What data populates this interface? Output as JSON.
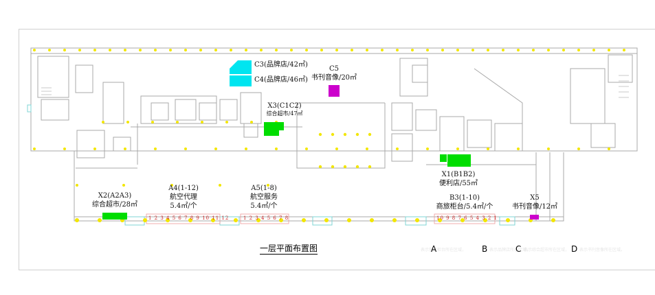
{
  "plan": {
    "title": "一层平面布置图",
    "legend": [
      "A",
      "B",
      "C",
      "D"
    ],
    "legend_notes": [
      "表示营业柜台所在区域，",
      "表示品牌店所在区域，",
      "表示综合超市所在区域，",
      "表示书刊音像所在区域。"
    ],
    "colors": {
      "supermarket": "#00dd00",
      "brand": "#00e5f0",
      "books": "#cc00cc",
      "column": "#f0e000",
      "wall": "#9a9a9a",
      "counter": "#cc2222"
    }
  },
  "zones": {
    "c3": "C3(品牌店/42㎡)",
    "c4": "C4(品牌店/46㎡)",
    "c5": {
      "code": "C5",
      "desc": "书刊音像/20㎡"
    },
    "x3": {
      "code": "X3(C1C2)",
      "desc": "综合超市/47㎡"
    },
    "x1": {
      "code": "X1(B1B2)",
      "desc": "便利店/55㎡"
    },
    "x2": {
      "code": "X2(A2A3)",
      "desc": "综合超市/28㎡"
    },
    "a4": {
      "code": "A4(1-12)",
      "desc": "航空代理",
      "size": "5.4㎡/个",
      "numbers": "1 2 3 4 5 6 7 8 9 10 11 12"
    },
    "a5": {
      "code": "A5(1-8)",
      "desc": "航空服务",
      "size": "5.4㎡/个",
      "numbers": "1 2 3 4 5 6 7 8"
    },
    "b3": {
      "code": "B3(1-10)",
      "desc": "商旅柜台/5.4㎡/个",
      "numbers": "10 9 8 7 6 5 4 3 2 1"
    },
    "x5": {
      "code": "X5",
      "desc": "书刊音像/12㎡"
    }
  }
}
